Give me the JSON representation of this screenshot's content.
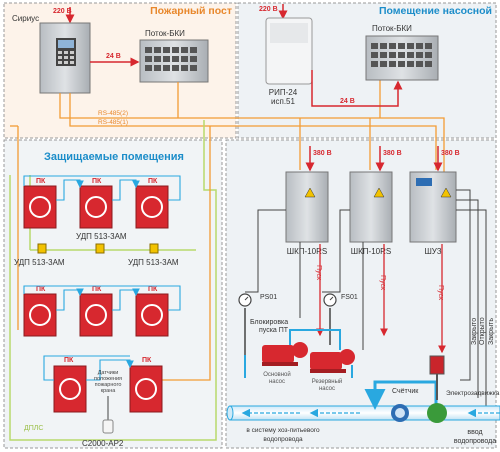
{
  "colors": {
    "orange": "#f39c34",
    "blue": "#29a8e0",
    "green": "#b8d96b",
    "red": "#d7282f",
    "dark": "#444444",
    "zone_fire_bg": "#fdf3ea",
    "zone_pump_bg": "#eef2f5",
    "zone_prot_bg": "#f1f4f6",
    "zone_title_orange": "#e8872b",
    "zone_title_blue": "#1c8dc9",
    "cabinet": "#9aa0a6"
  },
  "zones": {
    "fire_post": "Пожарный пост",
    "pump_room": "Помещение насосной",
    "protected": "Защищаемые помещения"
  },
  "devices": {
    "sirius": "Сириус",
    "potok_left": "Поток-БКИ",
    "potok_right": "Поток-БКИ",
    "rip_line1": "РИП-24",
    "rip_line2": "исп.51",
    "shkp1": "ШКП-10RS",
    "shkp2": "ШКП-10RS",
    "shuz": "ШУЗ",
    "udp_left": "УДП 513-3АМ",
    "udp_mid": "УДП 513-3АМ",
    "udp_right": "УДП 513-3АМ",
    "s2000": "С2000-АР2",
    "sensor_line1": "Датчики",
    "sensor_line2": "положения",
    "sensor_line3": "пожарного",
    "sensor_line4": "крана",
    "ps01": "PS01",
    "fs01": "FS01",
    "block_line1": "Блокировка",
    "block_line2": "пуска ПТ",
    "main_pump_line1": "Основной",
    "main_pump_line2": "насос",
    "reserve_pump_line1": "Резервный",
    "reserve_pump_line2": "насос",
    "meter": "Счётчик",
    "valve": "Электрозадвижка",
    "input_line1": "ввод",
    "input_line2": "водопровода",
    "to_system_line1": "в систему хоз-питьевого",
    "to_system_line2": "водопровода",
    "dpls": "ДПЛС",
    "pk": "ПК"
  },
  "voltages": {
    "v220_sirius": "220 В",
    "v220_rip": "220 В",
    "v24_sirius": "24 В",
    "v24_rip": "24 В",
    "v380_1": "380 В",
    "v380_2": "380 В",
    "v380_3": "380 В"
  },
  "bus": {
    "rs485_2": "RS-485(2)",
    "rs485_1": "RS-485(1)"
  },
  "signals": {
    "start1": "Пуск",
    "start2": "Пуск",
    "start3": "Пуск",
    "closed": "Закрыто",
    "open": "Открыто",
    "close": "Закрыть"
  }
}
